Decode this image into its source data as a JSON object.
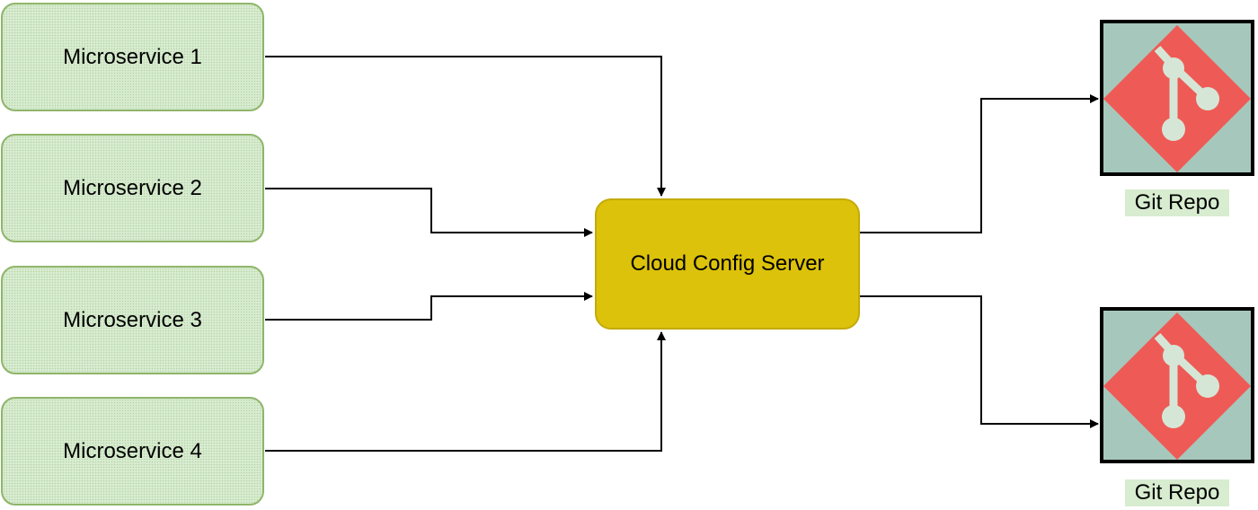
{
  "microservices": [
    {
      "label": "Microservice 1"
    },
    {
      "label": "Microservice 2"
    },
    {
      "label": "Microservice 3"
    },
    {
      "label": "Microservice 4"
    }
  ],
  "server": {
    "label": "Cloud Config Server",
    "color": "#dcc20a"
  },
  "repos": [
    {
      "label": "Git Repo",
      "icon": "git-logo-icon"
    },
    {
      "label": "Git Repo",
      "icon": "git-logo-icon"
    }
  ],
  "colors": {
    "microservice_fill": "#d8ecd0",
    "microservice_border": "#8fb56a",
    "git_logo": "#ee5b56",
    "repo_background": "#a6c8bc"
  }
}
